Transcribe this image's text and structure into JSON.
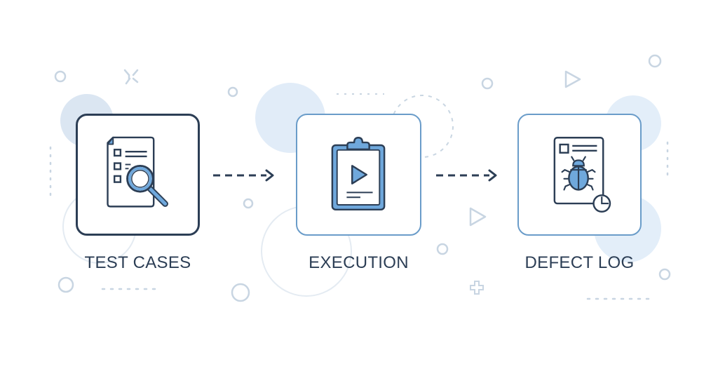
{
  "diagram": {
    "type": "process-flow",
    "direction": "left-to-right",
    "nodes": [
      {
        "id": "test-cases",
        "label": "TEST CASES",
        "icon": "document-checklist-magnifier-icon"
      },
      {
        "id": "execution",
        "label": "EXECUTION",
        "icon": "clipboard-play-icon"
      },
      {
        "id": "defect-log",
        "label": "DEFECT LOG",
        "icon": "document-bug-clock-icon"
      }
    ],
    "edges": [
      {
        "from": "test-cases",
        "to": "execution",
        "style": "dashed-arrow"
      },
      {
        "from": "execution",
        "to": "defect-log",
        "style": "dashed-arrow"
      }
    ]
  },
  "colors": {
    "dark_stroke": "#2c3e55",
    "accent_blue": "#5b9bd5",
    "light_blue_fill": "#6fa8dc",
    "box_border_light": "#7aa7cf",
    "deco_circle": "#dbe8f5",
    "deco_outline": "#c5d3e0",
    "background": "#ffffff"
  }
}
